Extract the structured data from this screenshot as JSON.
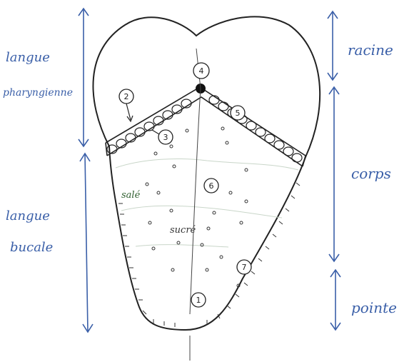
{
  "diagram": {
    "left_labels": {
      "pharyngeal_line1": "langue",
      "pharyngeal_line2": "pharyngienne",
      "buccal_line1": "langue",
      "buccal_line2": "bucale"
    },
    "right_labels": {
      "root": "racine",
      "body": "corps",
      "tip": "pointe"
    },
    "taste_labels": {
      "salty": "salé",
      "sweet": "sucré"
    },
    "markers": {
      "m1": "1",
      "m2": "2",
      "m3": "3",
      "m4": "4",
      "m5": "5",
      "m6": "6",
      "m7": "7"
    },
    "colors": {
      "annotation": "#3a5fa8",
      "outline": "#222222",
      "salty_text": "#2e5e2e"
    }
  }
}
